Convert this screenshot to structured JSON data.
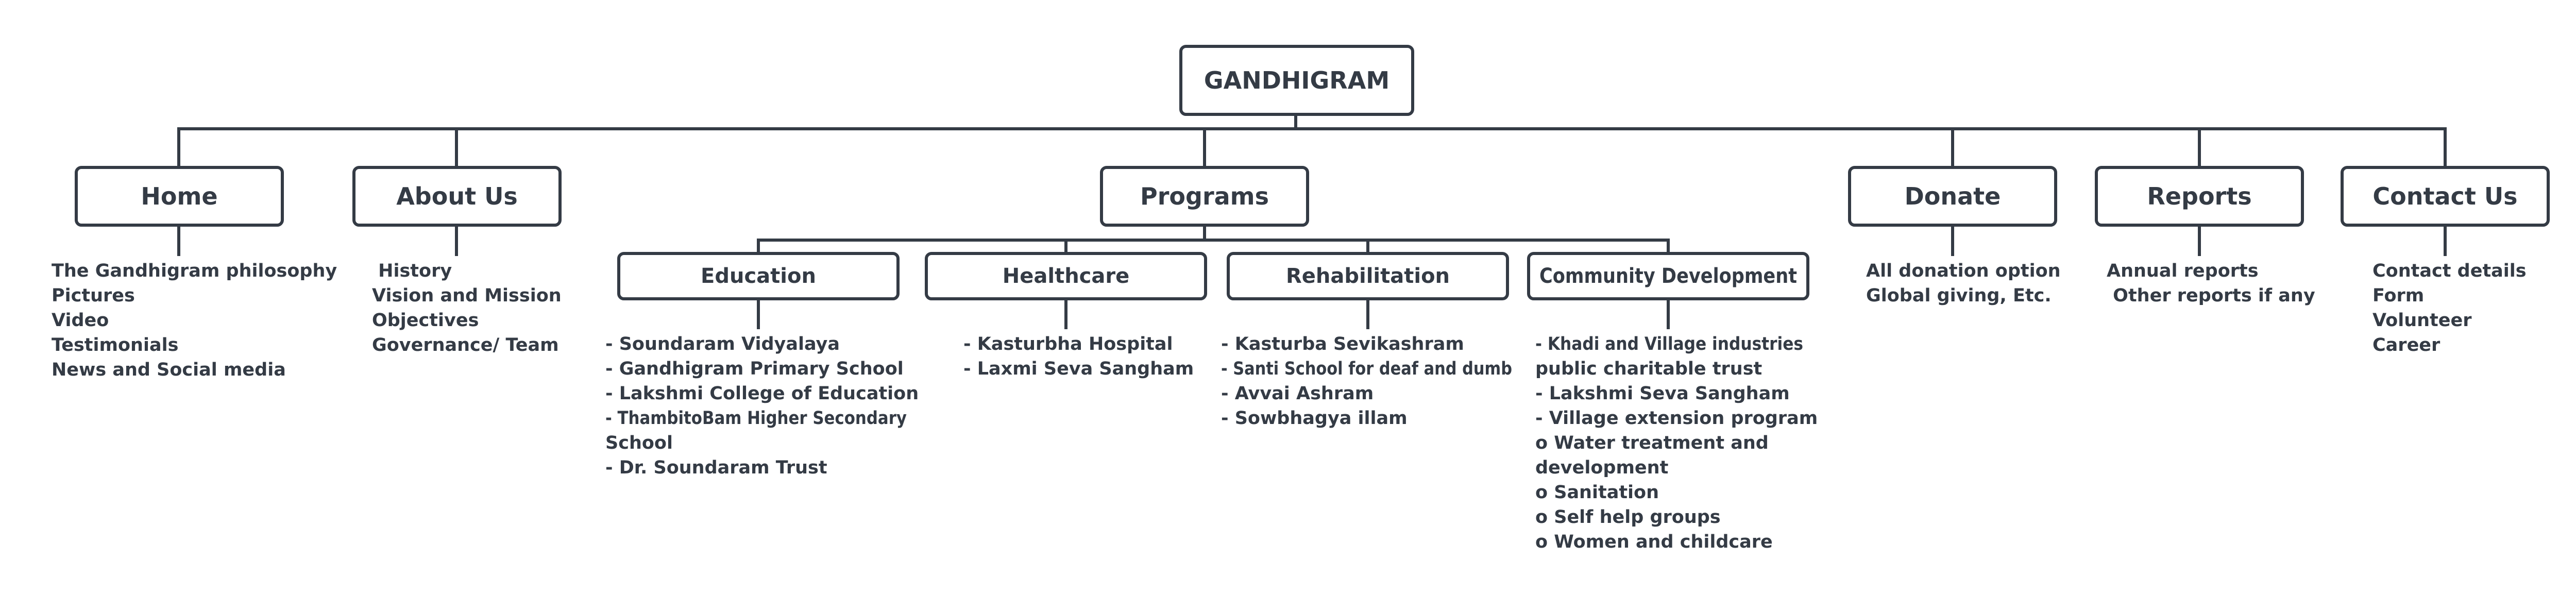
{
  "root": {
    "label": "GANDHIGRAM"
  },
  "sections": [
    {
      "id": "home",
      "label": "Home",
      "items": [
        "The Gandhigram philosophy",
        "Pictures",
        "Video",
        "Testimonials",
        "News and Social media"
      ]
    },
    {
      "id": "about-us",
      "label": "About Us",
      "items": [
        " History",
        "Vision and Mission",
        "Objectives",
        "Governance/ Team"
      ]
    },
    {
      "id": "programs",
      "label": "Programs",
      "children": [
        {
          "id": "education",
          "label": "Education",
          "items": [
            "- Soundaram Vidyalaya",
            "- Gandhigram Primary School",
            "- Lakshmi College of Education",
            "- ThambitoBam Higher Secondary",
            "School",
            "- Dr. Soundaram Trust"
          ]
        },
        {
          "id": "healthcare",
          "label": "Healthcare",
          "items": [
            "- Kasturbha Hospital",
            "- Laxmi Seva Sangham"
          ]
        },
        {
          "id": "rehabilitation",
          "label": "Rehabilitation",
          "items": [
            "- Kasturba Sevikashram",
            "- Santi School for deaf and dumb",
            "- Avvai Ashram",
            "- Sowbhagya illam"
          ]
        },
        {
          "id": "community-development",
          "label": "Community Development",
          "items": [
            "- Khadi and Village industries",
            "public charitable trust",
            "- Lakshmi Seva Sangham",
            "- Village extension program",
            "o Water treatment and",
            "development",
            "o Sanitation",
            "o Self help groups",
            "o Women and childcare"
          ]
        }
      ]
    },
    {
      "id": "donate",
      "label": "Donate",
      "items": [
        "All donation option",
        "Global giving, Etc."
      ]
    },
    {
      "id": "reports",
      "label": "Reports",
      "items": [
        "Annual reports",
        " Other reports if any"
      ]
    },
    {
      "id": "contact-us",
      "label": "Contact Us",
      "items": [
        "Contact details",
        "Form",
        "Volunteer",
        "Career"
      ]
    }
  ],
  "colors": {
    "stroke": "#343b45",
    "text": "#343b45",
    "background": "#ffffff"
  }
}
